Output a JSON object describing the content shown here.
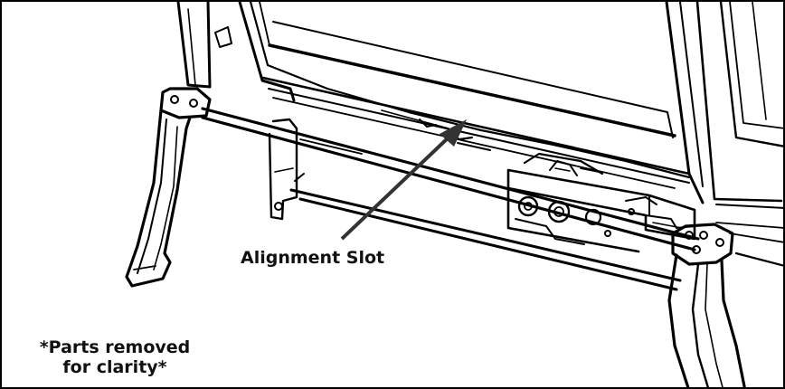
{
  "labels": {
    "alignment_slot": "Alignment Slot",
    "note_line_1": "*Parts removed",
    "note_line_2": "for clarity*"
  },
  "colors": {
    "line": "#000000",
    "background": "#ffffff",
    "arrow": "#333333"
  }
}
